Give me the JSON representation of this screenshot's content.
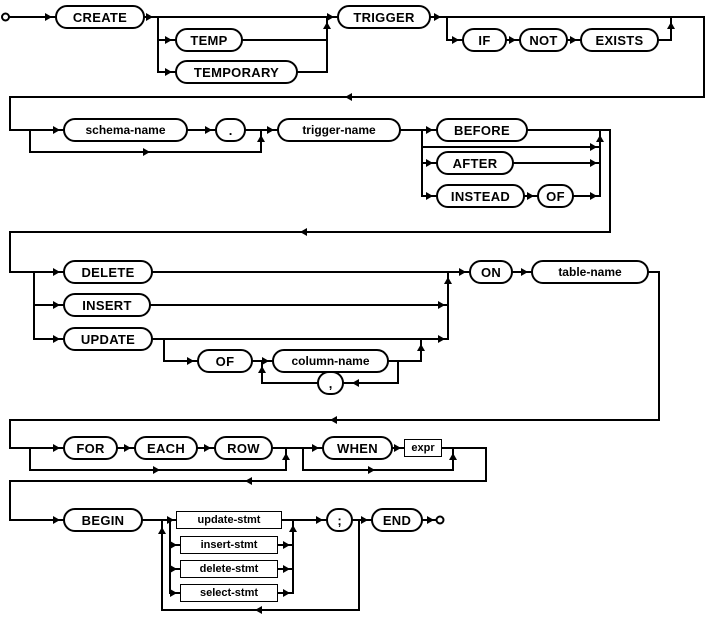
{
  "diagram": {
    "colors": {
      "line": "#000000",
      "background": "#ffffff",
      "node_fill": "#ffffff",
      "text": "#000000"
    },
    "nodes": {
      "create": "CREATE",
      "temp": "TEMP",
      "temporary": "TEMPORARY",
      "trigger": "TRIGGER",
      "if": "IF",
      "not": "NOT",
      "exists": "EXISTS",
      "schema_name": "schema-name",
      "dot": ".",
      "trigger_name": "trigger-name",
      "before": "BEFORE",
      "after": "AFTER",
      "instead": "INSTEAD",
      "of": "OF",
      "delete": "DELETE",
      "insert": "INSERT",
      "update": "UPDATE",
      "column_name": "column-name",
      "comma": ",",
      "on": "ON",
      "table_name": "table-name",
      "for": "FOR",
      "each": "EACH",
      "row": "ROW",
      "when": "WHEN",
      "expr": "expr",
      "begin": "BEGIN",
      "update_stmt": "update-stmt",
      "insert_stmt": "insert-stmt",
      "delete_stmt": "delete-stmt",
      "select_stmt": "select-stmt",
      "semicolon": ";",
      "end": "END"
    }
  }
}
